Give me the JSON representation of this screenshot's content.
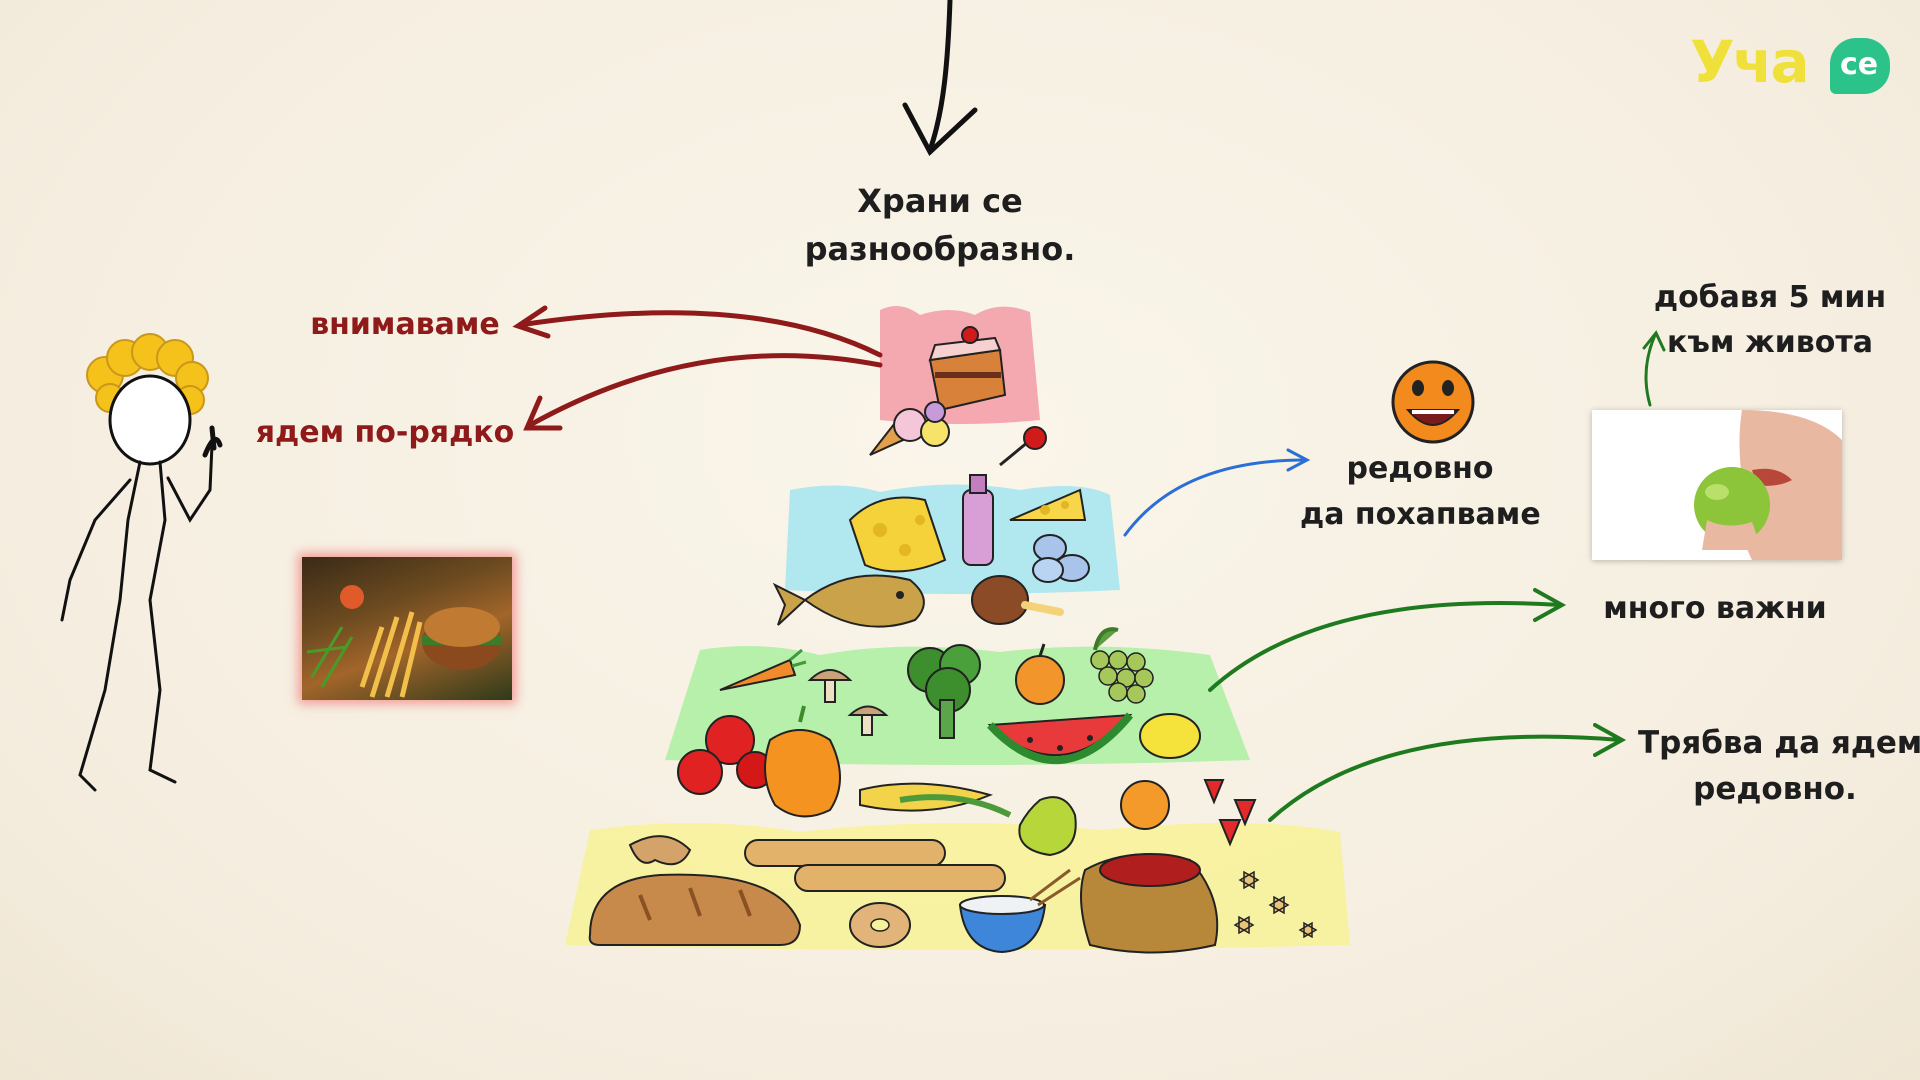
{
  "top_caption": {
    "line1": "Храни се",
    "line2": "разнообразно."
  },
  "left_labels": {
    "careful": "внимаваме",
    "eat_rarely": "ядем по-рядко"
  },
  "right_labels": {
    "snack_line1": "редовно",
    "snack_line2": "да похапваме",
    "adds_line1": "добавя 5 мин",
    "adds_line2": "към живота",
    "very_important": "много важни",
    "must_eat_line1": "Трябва да ядем",
    "must_eat_line2": "редовно."
  },
  "logo": {
    "text": "Уча",
    "badge": "се"
  },
  "colors": {
    "background": "#f7f1e4",
    "dark_red_text": "#8f1a1a",
    "arrow_red": "#8f1a1a",
    "arrow_blue": "#2a6fd6",
    "arrow_green": "#1f7a1f",
    "pyramid_top": "#f39aa6",
    "pyramid_cyan": "#a9e6ee",
    "pyramid_green": "#aaf0a0",
    "pyramid_yellow": "#f7f29a",
    "logo_yellow": "#f0e03a",
    "logo_green": "#2bc38a"
  },
  "icons": [
    "down-arrow-icon",
    "stick-figure-icon",
    "cake-icon",
    "ice-cream-icon",
    "cheese-icon",
    "milk-bottle-icon",
    "eggs-icon",
    "fish-icon",
    "chicken-leg-icon",
    "carrot-icon",
    "broccoli-icon",
    "apple-icon",
    "grapes-icon",
    "tomato-icon",
    "pepper-icon",
    "watermelon-icon",
    "lemon-icon",
    "corn-icon",
    "pear-icon",
    "strawberry-icon",
    "bread-icon",
    "baguette-icon",
    "bagel-icon",
    "rice-bowl-icon",
    "grain-sack-icon",
    "pasta-icon",
    "smiley-icon"
  ]
}
